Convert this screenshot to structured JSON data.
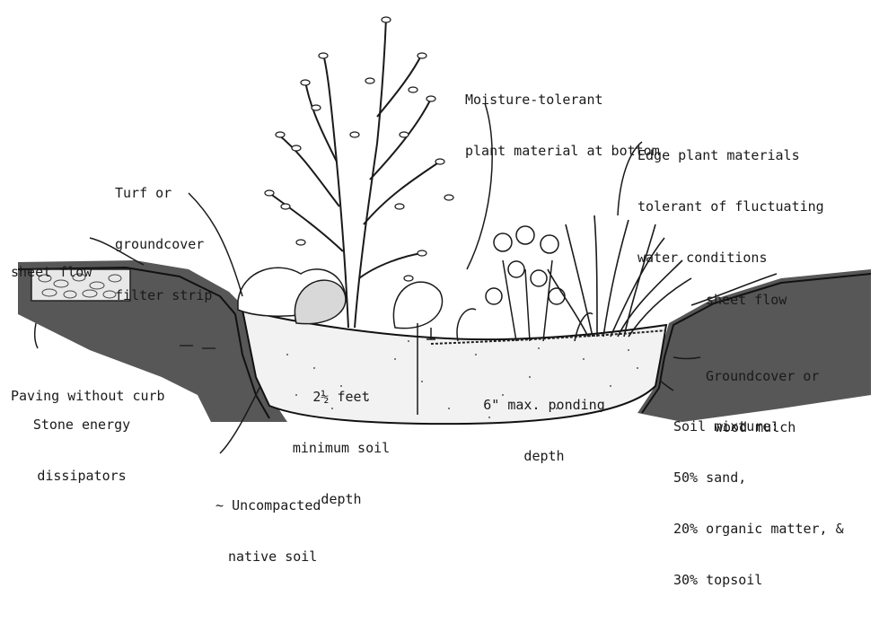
{
  "labels": {
    "moisture_tolerant": [
      "Moisture-tolerant",
      "plant material at bottom"
    ],
    "edge_plants": [
      "Edge plant materials",
      "tolerant of fluctuating",
      "water conditions"
    ],
    "turf_strip": [
      "Turf or",
      "groundcover",
      "filter strip"
    ],
    "sheet_flow_left": "sheet flow",
    "sheet_flow_right": "sheet flow",
    "paving": "Paving without curb",
    "stone_dissipators": [
      "Stone energy",
      "dissipators"
    ],
    "groundcover_mulch": [
      "Groundcover or",
      "wood mulch"
    ],
    "soil_depth": [
      "2½ feet",
      "minimum soil",
      "depth"
    ],
    "ponding_depth": [
      "6\" max. ponding",
      "depth"
    ],
    "soil_mixture": [
      "Soil mixture:",
      "50% sand,",
      "20% organic matter, &",
      "30% topsoil"
    ],
    "native_soil": [
      "Uncompacted",
      "native soil"
    ]
  },
  "colors": {
    "ink": "#1a1a1a",
    "soil_fill": "#f2f2f2",
    "ground_hatch": "#2a2a2a"
  }
}
